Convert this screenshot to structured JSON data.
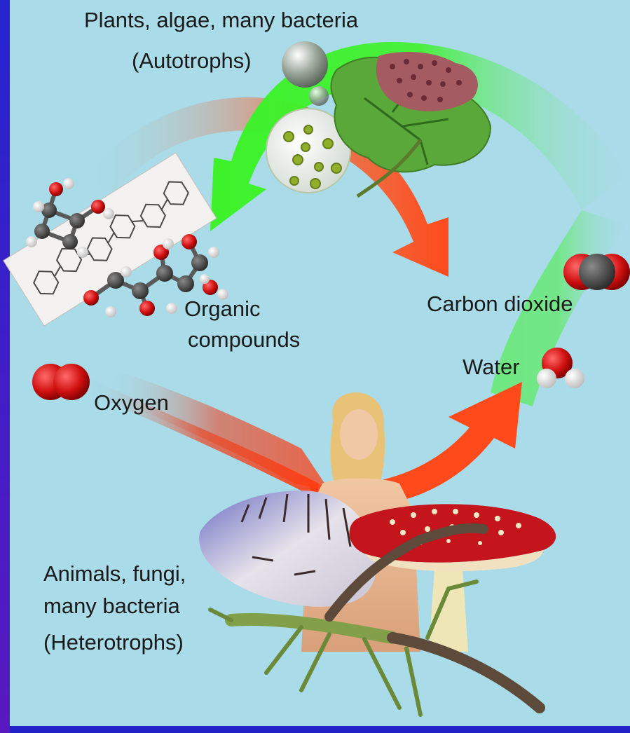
{
  "diagram": {
    "autotrophs": {
      "title": "Plants, algae, many bacteria",
      "subtitle": "(Autotrophs)"
    },
    "heterotrophs": {
      "line1": "Animals, fungi,",
      "line2": "many bacteria",
      "line3": "(Heterotrophs)"
    },
    "organic_compounds": {
      "line1": "Organic",
      "line2": "compounds"
    },
    "carbon_dioxide": "Carbon dioxide",
    "water": "Water",
    "oxygen": "Oxygen"
  },
  "colors": {
    "frame": "#2222c8",
    "background": "#a9dbe8",
    "autotroph_arrow": "#3df22a",
    "heterotroph_arrow": "#ff4a1c",
    "oxygen_atom": "#d01010",
    "carbon_atom": "#3a3a3a",
    "hydrogen_atom": "#f0f0f0"
  }
}
